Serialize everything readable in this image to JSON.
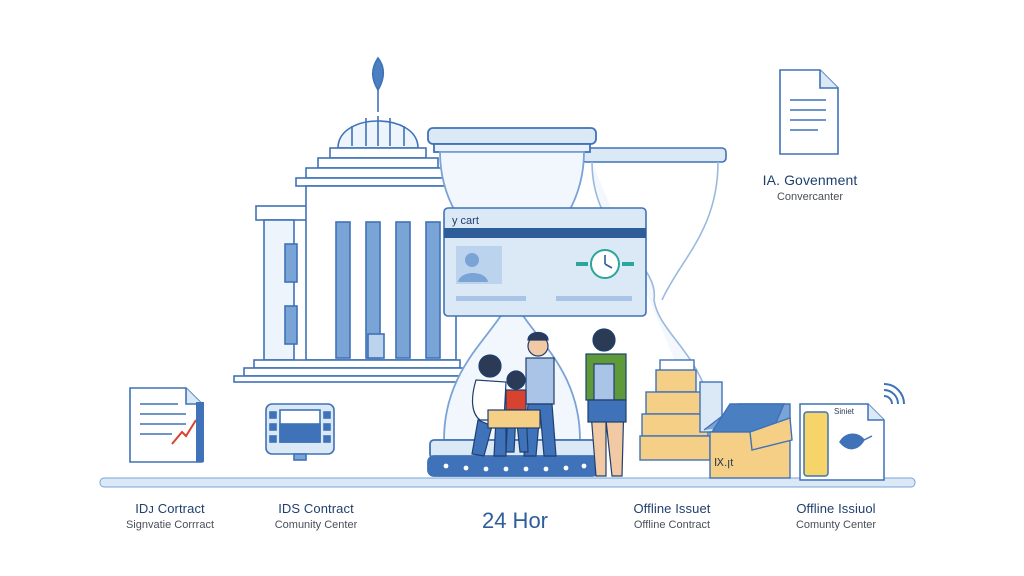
{
  "colors": {
    "primary": "#3f72b8",
    "outline": "#2e5d9a",
    "light_blue": "#dbe8f6",
    "mid_blue": "#7aa3d6",
    "box_tan": "#f5cf86",
    "green_shirt": "#5f9a3a",
    "red": "#d8432f"
  },
  "top_right": {
    "title": "IA. Govenment",
    "subtitle": "Convercanter"
  },
  "card": {
    "title": "y cart"
  },
  "bottom": [
    {
      "title": "IDᴊ Cortract",
      "subtitle": "Signvatie Corrract"
    },
    {
      "title": "IDS Contract",
      "subtitle": "Comunity Center"
    },
    {
      "title": "Offline Issuet",
      "subtitle": "Offline Contract"
    },
    {
      "title": "Offline Issiuol",
      "subtitle": "Comunty Center"
    }
  ],
  "center_label": "24 Hor",
  "box_tag": "Ⅸ.ꞁt",
  "doc_tag": "Siniet",
  "icons": [
    "capitol-building-icon",
    "hourglass-icon",
    "id-card-icon",
    "clock-icon",
    "document-icon",
    "contract-document-icon",
    "kiosk-monitor-icon",
    "open-box-icon",
    "stacked-boxes-icon",
    "wifi-signal-icon",
    "bird-icon"
  ]
}
